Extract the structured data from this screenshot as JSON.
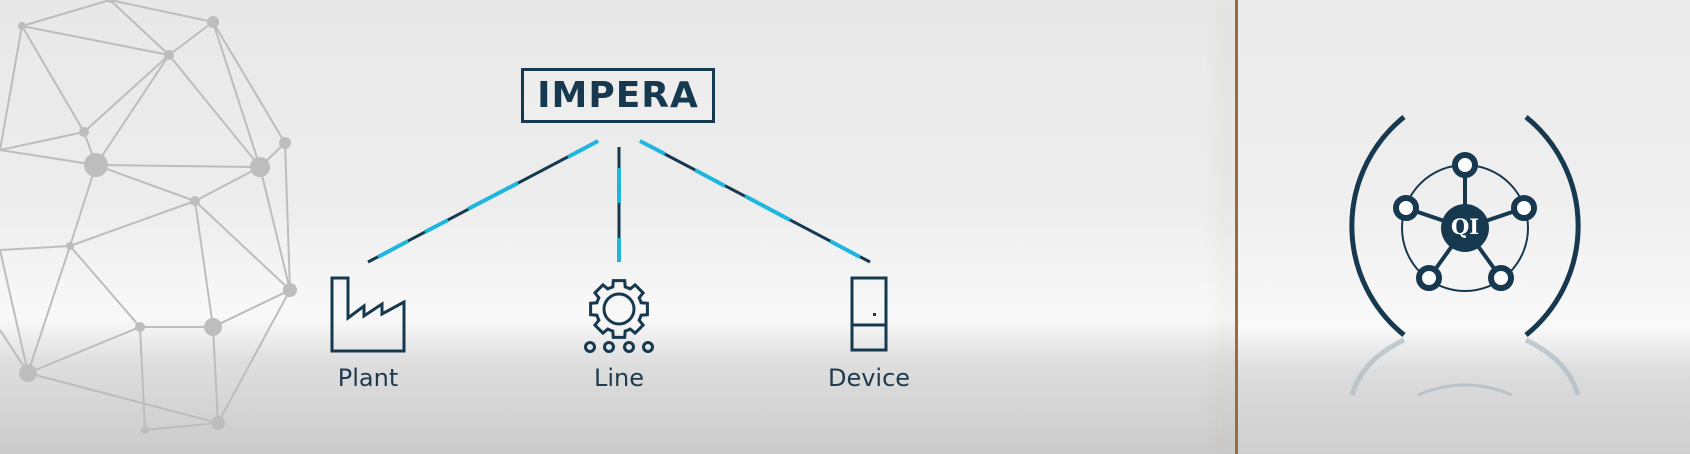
{
  "brand": {
    "name": "IMPERA"
  },
  "nodes": [
    {
      "label": "Plant",
      "icon": "factory-icon"
    },
    {
      "label": "Line",
      "icon": "gear-conveyor-icon"
    },
    {
      "label": "Device",
      "icon": "cabinet-icon"
    }
  ],
  "qi_logo": {
    "text": "QI",
    "icon": "qi-network-icon"
  },
  "colors": {
    "navy": "#17394f",
    "cyan": "#1fb6de",
    "divider": "#9a6a44",
    "mesh": "#bdbdbd"
  }
}
